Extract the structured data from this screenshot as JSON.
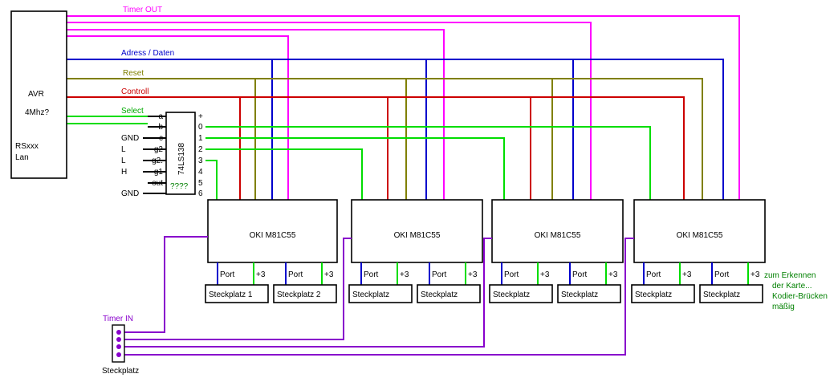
{
  "colors": {
    "timer_out": "#ff00ff",
    "address_data": "#0000cc",
    "reset": "#808000",
    "control": "#cc0000",
    "select": "#00dd00",
    "timer_in": "#8800cc",
    "label_green": "#008000"
  },
  "bus_labels": {
    "timer_out": "Timer OUT",
    "address_data": "Adress / Daten",
    "reset": "Reset",
    "control": "Controll",
    "select": "Select"
  },
  "avr": {
    "title": "AVR",
    "clock": "4Mhz?",
    "iface_1": "RSxxx",
    "iface_2": "Lan"
  },
  "decoder": {
    "name": "74LS138",
    "note": "????",
    "inputs": [
      {
        "signal": "",
        "pin": "a"
      },
      {
        "signal": "",
        "pin": "b"
      },
      {
        "signal": "GND",
        "pin": "c"
      },
      {
        "signal": "L",
        "pin": "g2"
      },
      {
        "signal": "L",
        "pin": "g2."
      },
      {
        "signal": "H",
        "pin": "g1"
      },
      {
        "signal": "",
        "pin": "out"
      },
      {
        "signal": "GND",
        "pin": "−"
      }
    ],
    "outputs": [
      "+",
      "0",
      "1",
      "2",
      "3",
      "4",
      "5",
      "6"
    ]
  },
  "chips": [
    {
      "label": "OKI M81C55"
    },
    {
      "label": "OKI M81C55"
    },
    {
      "label": "OKI M81C55"
    },
    {
      "label": "OKI M81C55"
    }
  ],
  "pin_labels": {
    "port": "Port",
    "plus3": "+3"
  },
  "slots": [
    {
      "label": "Steckplatz 1"
    },
    {
      "label": "Steckplatz 2"
    },
    {
      "label": "Steckplatz"
    },
    {
      "label": "Steckplatz"
    },
    {
      "label": "Steckplatz"
    },
    {
      "label": "Steckplatz"
    },
    {
      "label": "Steckplatz"
    },
    {
      "label": "Steckplatz"
    }
  ],
  "timer_in": {
    "title": "Timer IN",
    "caption": "Steckplatz"
  },
  "note": {
    "line1": "zum Erkennen",
    "line2": "der Karte...",
    "line3": "Kodier-Brücken",
    "line4": "mäßig"
  }
}
